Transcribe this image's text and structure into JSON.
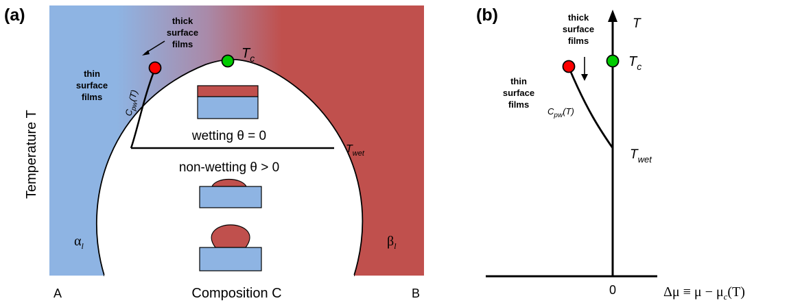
{
  "panel_a": {
    "label": "(a)",
    "y_axis_label": "Temperature T",
    "x_axis_label": "Composition C",
    "x_left": "A",
    "x_right": "B",
    "phase_left": "α",
    "phase_left_sub": "l",
    "phase_right": "β",
    "phase_right_sub": "l",
    "tc": "T",
    "tc_sub": "c",
    "twet": "T",
    "twet_sub": "wet",
    "thin_films": [
      "thin",
      "surface",
      "films"
    ],
    "thick_films": [
      "thick",
      "surface",
      "films"
    ],
    "cpw": "C",
    "cpw_sub": "pw",
    "cpw_arg": "(T)",
    "wetting": "wetting θ = 0",
    "nonwetting": "non-wetting θ > 0",
    "colors": {
      "alpha": "#8eb4e3",
      "beta": "#c0504d",
      "red_point": "#ff0000",
      "green_point": "#00cc00"
    }
  },
  "panel_b": {
    "label": "(b)",
    "t_axis": "T",
    "tc": "T",
    "tc_sub": "c",
    "twet": "T",
    "twet_sub": "wet",
    "thin_films": [
      "thin",
      "surface",
      "films"
    ],
    "thick_films": [
      "thick",
      "surface",
      "films"
    ],
    "cpw": "C",
    "cpw_sub": "pw",
    "cpw_arg": "(T)",
    "zero": "0",
    "x_axis_label": "Δμ ≡ μ − μ",
    "x_axis_sub": "c",
    "x_axis_arg": "(T)"
  }
}
